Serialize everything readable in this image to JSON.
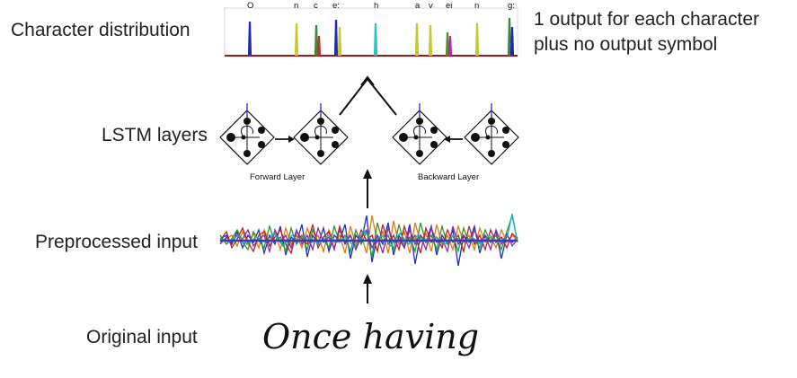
{
  "labels": {
    "character_distribution": "Character distribution",
    "lstm_layers": "LSTM layers",
    "preprocessed_input": "Preprocessed input",
    "original_input": "Original input"
  },
  "annotation": {
    "line1": "1 output for each character",
    "line2": "plus no output symbol"
  },
  "layers": {
    "forward": "Forward Layer",
    "backward": "Backward Layer"
  },
  "distribution_chars": [
    "O",
    "n",
    "c",
    "e:",
    "h",
    "a",
    "v",
    "ei",
    "n",
    "g:"
  ],
  "handwriting": "Once having"
}
